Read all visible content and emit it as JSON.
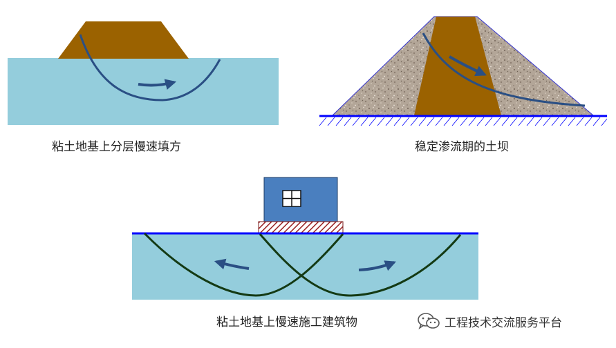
{
  "captions": {
    "panel1": "粘土地基上分层慢速填方",
    "panel2": "稳定渗流期的土坝",
    "panel3": "粘土地基上慢速施工建筑物"
  },
  "watermark": {
    "text": "工程技术交流服务平台",
    "icon": "wechat-icon"
  },
  "colors": {
    "clay_foundation": "#94cddc",
    "fill_soil": "#9b6200",
    "gravel": "#b3a698",
    "ground_line": "#0000ff",
    "slip_curve": "#2a4f84",
    "building": "#4a7fbf",
    "footing_hatch": "#9b2323",
    "building_slip": "#143a14"
  }
}
